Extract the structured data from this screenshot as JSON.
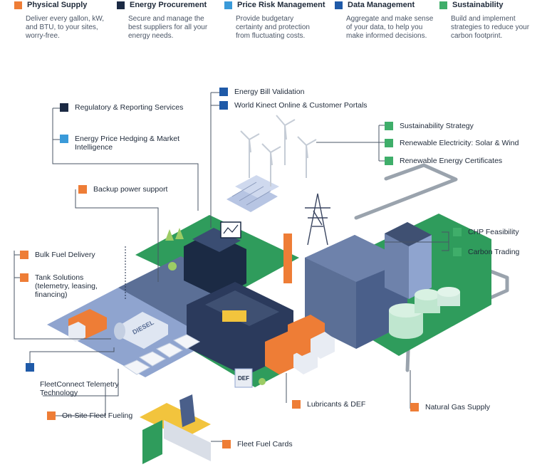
{
  "colors": {
    "orange": "#ee7d36",
    "navy": "#1b2a44",
    "lightblue": "#3a9ad9",
    "blue": "#1f5aa8",
    "green": "#3fae6a",
    "iso_green": "#2f9c5c",
    "iso_slate": "#5b6f96",
    "iso_blue": "#8fa4cf"
  },
  "categories": [
    {
      "title": "Physical Supply",
      "color": "#ee7d36",
      "desc": "Deliver every gallon, kW, and BTU, to your sites, worry-free."
    },
    {
      "title": "Energy Procurement",
      "color": "#1b2a44",
      "desc": "Secure and manage the best suppliers for all your energy needs."
    },
    {
      "title": "Price Risk Management",
      "color": "#3a9ad9",
      "desc": "Provide budgetary certainty and protection from fluctuating costs."
    },
    {
      "title": "Data Management",
      "color": "#1f5aa8",
      "desc": "Aggregate and make sense of your data, to help you make informed decisions."
    },
    {
      "title": "Sustainability",
      "color": "#3fae6a",
      "desc": "Build and implement strategies to reduce your carbon footprint."
    }
  ],
  "labels": {
    "regulatory": {
      "text": "Regulatory & Reporting Services",
      "color": "#1b2a44"
    },
    "hedging": {
      "text": "Energy Price Hedging & Market Intelligence",
      "color": "#3a9ad9"
    },
    "backup": {
      "text": "Backup power support",
      "color": "#ee7d36"
    },
    "bulk_fuel": {
      "text": "Bulk Fuel Delivery",
      "color": "#ee7d36"
    },
    "tank": {
      "text": "Tank Solutions (telemetry, leasing, financing)",
      "color": "#ee7d36"
    },
    "fleetconnect": {
      "text": "FleetConnect Telemetry Technology",
      "color": "#1f5aa8"
    },
    "onsite": {
      "text": "On-Site Fleet Fueling",
      "color": "#ee7d36"
    },
    "fleet_cards": {
      "text": "Fleet Fuel Cards",
      "color": "#ee7d36"
    },
    "lubricants": {
      "text": "Lubricants & DEF",
      "color": "#ee7d36"
    },
    "natural_gas": {
      "text": "Natural Gas Supply",
      "color": "#ee7d36"
    },
    "bill_validation": {
      "text": "Energy Bill Validation",
      "color": "#1f5aa8"
    },
    "portals": {
      "text": "World Kinect Online & Customer Portals",
      "color": "#1f5aa8"
    },
    "sust_strategy": {
      "text": "Sustainability Strategy",
      "color": "#3fae6a"
    },
    "renewable_elec": {
      "text": "Renewable Electricity: Solar & Wind",
      "color": "#3fae6a"
    },
    "rec": {
      "text": "Renewable Energy Certificates",
      "color": "#3fae6a"
    },
    "chp": {
      "text": "CHP Feasibility",
      "color": "#3fae6a"
    },
    "carbon": {
      "text": "Carbon Trading",
      "color": "#3fae6a"
    }
  },
  "illustration": {
    "diesel_tank_text": "DIESEL",
    "def_text": "DEF"
  }
}
